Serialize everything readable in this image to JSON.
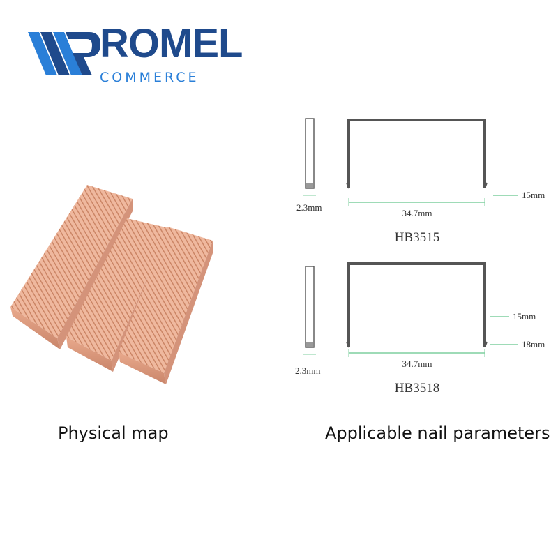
{
  "logo": {
    "main": "ROMEL",
    "sub": "COMMERCE",
    "colors": {
      "dark": "#1f4a8c",
      "light": "#2a7fd8"
    }
  },
  "captions": {
    "left": "Physical map",
    "right": "Applicable nail parameters"
  },
  "diagrams": [
    {
      "width_label": "2.3mm",
      "length_label": "34.7mm",
      "leg_labels": [
        "15mm"
      ],
      "model": "HB3515"
    },
    {
      "width_label": "2.3mm",
      "length_label": "34.7mm",
      "leg_labels": [
        "15mm",
        "18mm"
      ],
      "model": "HB3518"
    }
  ],
  "colors": {
    "copper": "#e9a98c",
    "dim_line": "#7fcf9f",
    "staple": "#555555"
  }
}
